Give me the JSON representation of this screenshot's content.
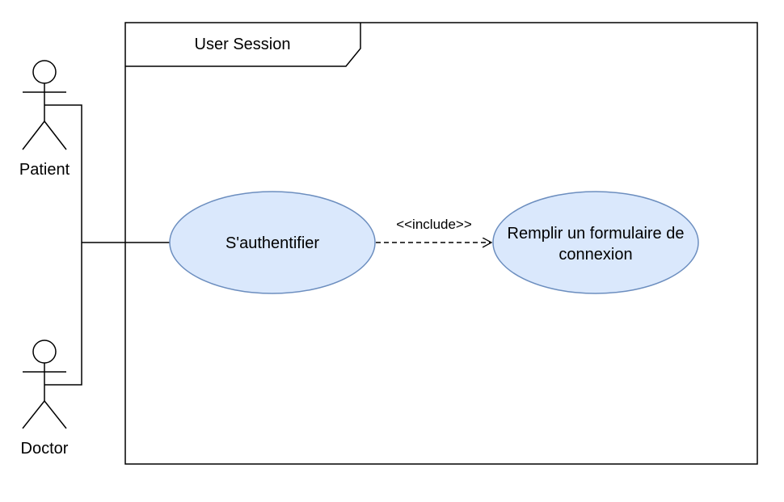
{
  "frame": {
    "title": "User Session"
  },
  "actors": [
    {
      "name": "Patient"
    },
    {
      "name": "Doctor"
    }
  ],
  "use_cases": [
    {
      "label": "S'authentifier",
      "lines": [
        "S'authentifier"
      ]
    },
    {
      "label": "Remplir un formulaire de connexion",
      "lines": [
        "Remplir un formulaire de",
        "connexion"
      ]
    }
  ],
  "relations": [
    {
      "type": "include",
      "label": "<<include>>",
      "from": "S'authentifier",
      "to": "Remplir un formulaire de connexion"
    }
  ],
  "colors": {
    "use_case_fill": "#dae8fc",
    "use_case_stroke": "#6c8ebf",
    "line": "#000000",
    "background": "#ffffff"
  }
}
